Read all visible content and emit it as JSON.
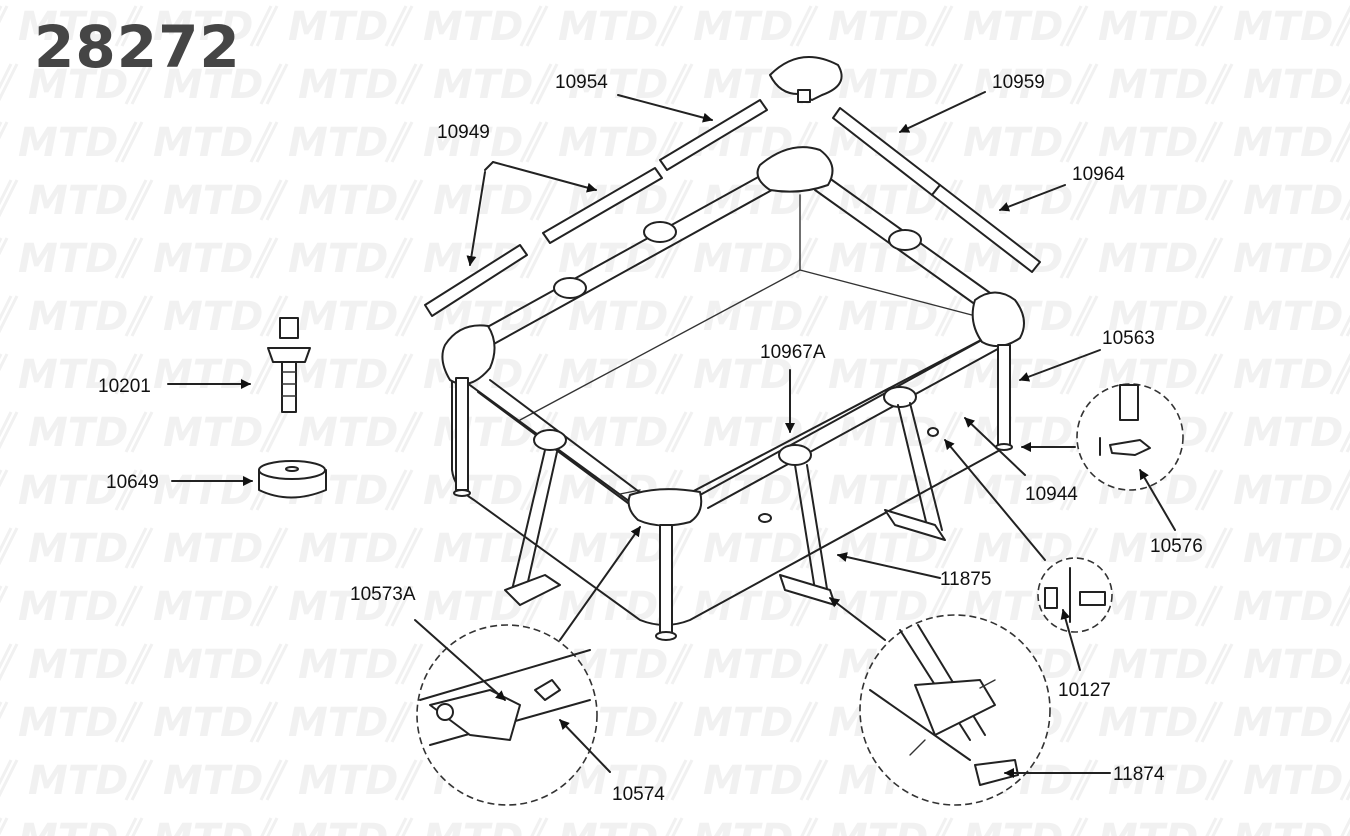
{
  "diagram": {
    "model_number": "28272",
    "watermark_text": "MTD",
    "callouts": [
      {
        "id": "callout-10954",
        "label": "10954"
      },
      {
        "id": "callout-10959",
        "label": "10959"
      },
      {
        "id": "callout-10949",
        "label": "10949"
      },
      {
        "id": "callout-10964",
        "label": "10964"
      },
      {
        "id": "callout-10563",
        "label": "10563"
      },
      {
        "id": "callout-10967a",
        "label": "10967A"
      },
      {
        "id": "callout-10201",
        "label": "10201"
      },
      {
        "id": "callout-10649",
        "label": "10649"
      },
      {
        "id": "callout-10944",
        "label": "10944"
      },
      {
        "id": "callout-10576",
        "label": "10576"
      },
      {
        "id": "callout-11875",
        "label": "11875"
      },
      {
        "id": "callout-10573a",
        "label": "10573A"
      },
      {
        "id": "callout-10127",
        "label": "10127"
      },
      {
        "id": "callout-10574",
        "label": "10574"
      },
      {
        "id": "callout-11874",
        "label": "11874"
      }
    ]
  }
}
